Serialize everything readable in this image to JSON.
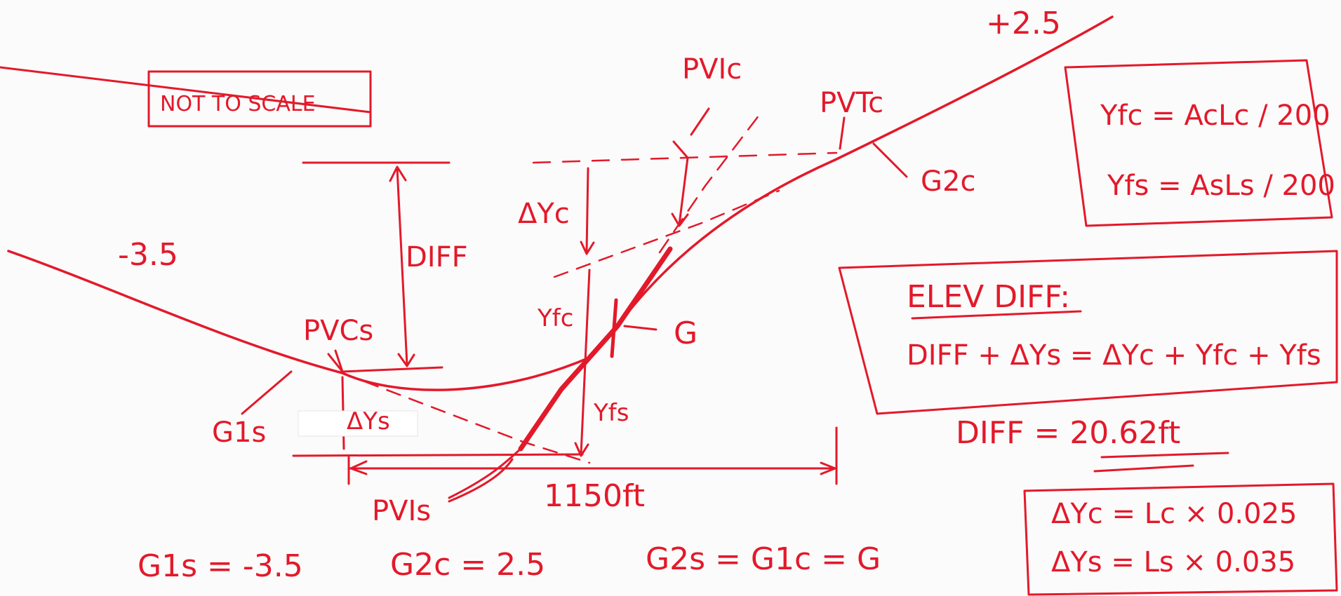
{
  "note": "NOT TO SCALE",
  "grade_left": "-3.5",
  "grade_right": "+2.5",
  "points": {
    "pvcs": "PVCs",
    "pvis": "PVIs",
    "pvic": "PVIc",
    "pvtc": "PVTc"
  },
  "labels": {
    "g": "G",
    "g1s": "G1s",
    "g2c": "G2c",
    "diff": "DIFF",
    "delta_yc": "ΔYc",
    "delta_ys": "ΔYs",
    "yfc": "Yfc",
    "yfs": "Yfs",
    "length": "1150ft"
  },
  "formulas": {
    "yfc": "Yfc = AcLc / 200",
    "yfs": "Yfs = AsLs / 200"
  },
  "elev": {
    "title": "ELEV DIFF:",
    "equation": "DIFF + ΔYs = ΔYc + Yfc + Yfs",
    "result": "DIFF = 20.62ft"
  },
  "delta_formulas": {
    "yc": "ΔYc = Lc × 0.025",
    "ys": "ΔYs = Ls × 0.035"
  },
  "bottom_eqs": {
    "g1s": "G1s = -3.5",
    "g2c": "G2c = 2.5",
    "g2s": "G2s = G1c = G"
  }
}
